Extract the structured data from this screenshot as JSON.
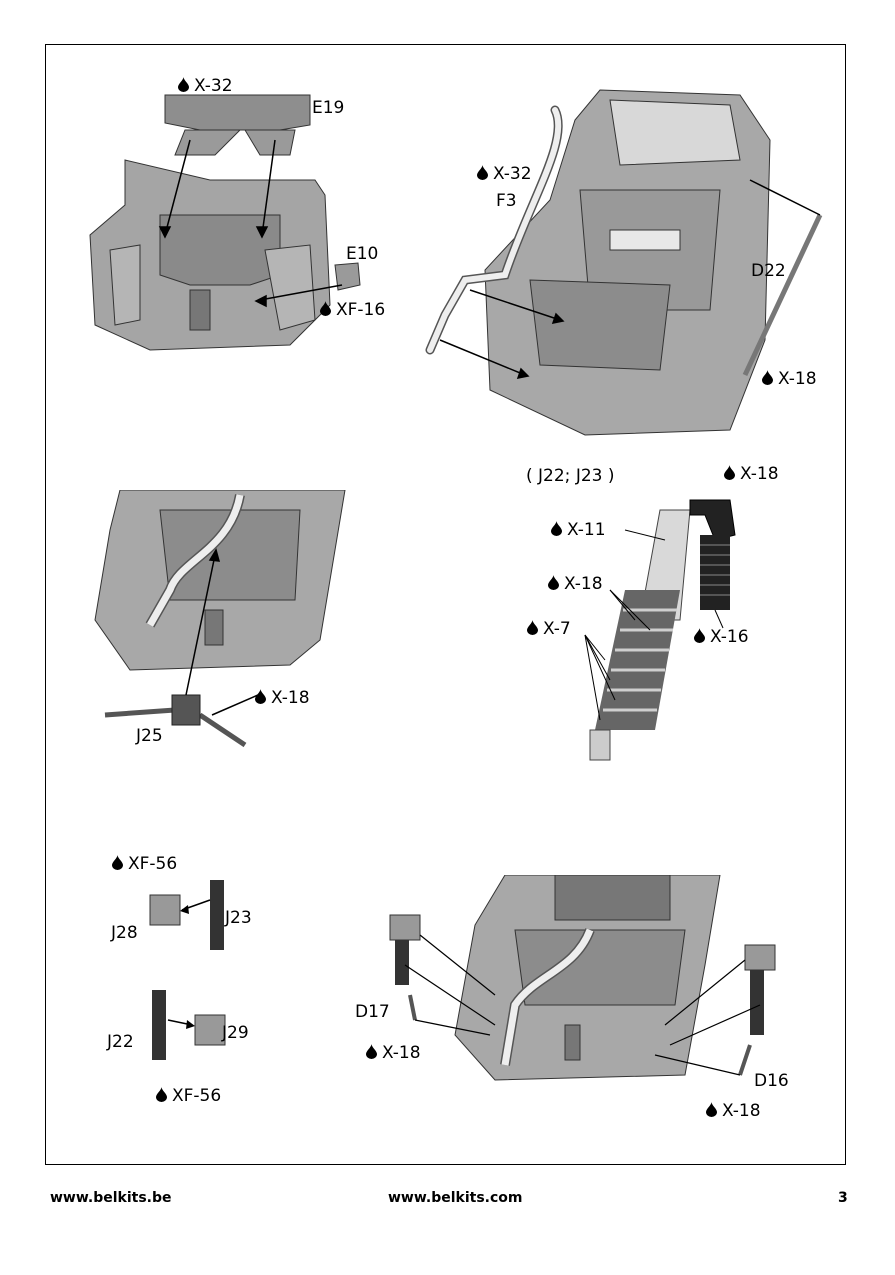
{
  "labels": {
    "e19": "E19",
    "e19_paint": "X-32",
    "e10": "E10",
    "e10_paint": "XF-16",
    "f3_paint": "X-32",
    "f3": "F3",
    "d22": "D22",
    "d22_paint": "X-18",
    "j22j23_title": "( J22; J23 )",
    "shock_top": "X-18",
    "shock_body": "X-11",
    "shock_band": "X-18",
    "shock_spring": "X-7",
    "shock_bellows": "X-16",
    "j25": "J25",
    "j25_paint": "X-18",
    "j28_paint": "XF-56",
    "j28": "J28",
    "j23": "J23",
    "j22": "J22",
    "j29": "J29",
    "j29_paint": "XF-56",
    "d17": "D17",
    "d17_paint": "X-18",
    "d16": "D16",
    "d16_paint": "X-18"
  },
  "footer": {
    "left": "www.belkits.be",
    "center": "www.belkits.com",
    "page": "3"
  }
}
